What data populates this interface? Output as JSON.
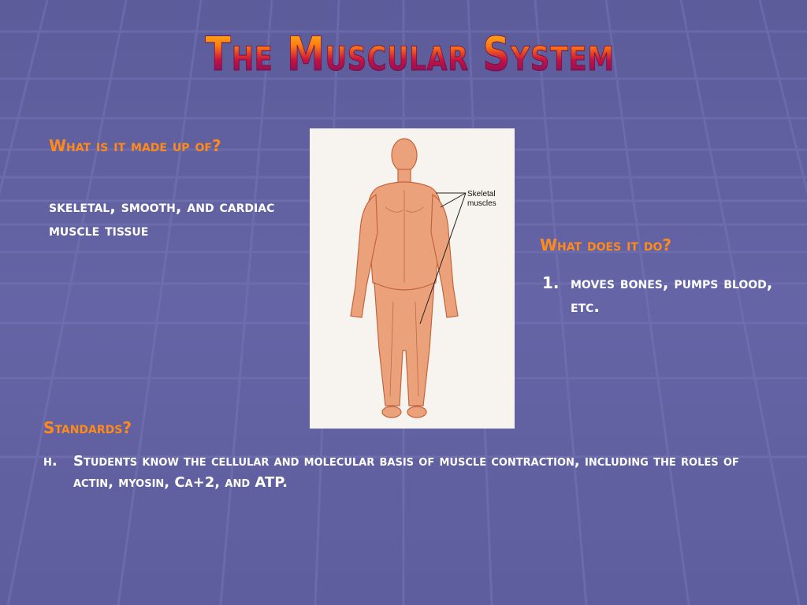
{
  "slide": {
    "title": "The Muscular System",
    "question1": "What is it made up of?",
    "answer1": "skeletal, smooth, and cardiac muscle tissue",
    "figure": {
      "label_line1": "Skeletal",
      "label_line2": "muscles"
    },
    "question2": "What does it do?",
    "answer2": {
      "number": "1.",
      "text": "moves bones, pumps blood, etc."
    },
    "question3": "Standards?",
    "answer3": {
      "marker": "h.",
      "text": "Students know the cellular and molecular basis of muscle contraction, including the roles of actin, myosin, Ca+2, and ATP."
    }
  },
  "colors": {
    "background": "#5f5f9e",
    "heading_text": "#ff8a1a",
    "body_text": "#ffffff",
    "title_gradient": [
      "#ffc21a",
      "#ff7a10",
      "#c8123f",
      "#5a0f6d"
    ]
  }
}
